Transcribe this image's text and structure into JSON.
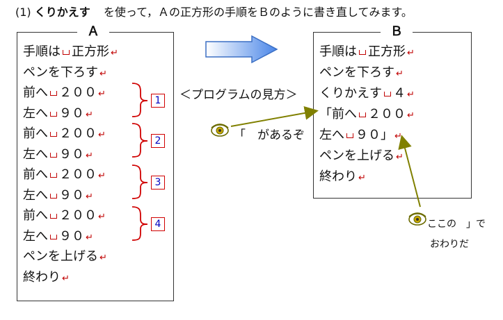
{
  "title": {
    "number": "(1)",
    "keyword": "くりかえす",
    "text": "を使って，Ａの正方形の手順をＢのように書き直してみます。"
  },
  "box_a": {
    "label": "Ａ",
    "lines": [
      {
        "pre": "手順は",
        "post": "正方形"
      },
      {
        "pre": "ペンを下ろす",
        "post": ""
      },
      {
        "pre": "前へ",
        "post": "２００"
      },
      {
        "pre": "左へ",
        "post": "９０"
      },
      {
        "pre": "前へ",
        "post": "２００"
      },
      {
        "pre": "左へ",
        "post": "９０"
      },
      {
        "pre": "前へ",
        "post": "２００"
      },
      {
        "pre": "左へ",
        "post": "９０"
      },
      {
        "pre": "前へ",
        "post": "２００"
      },
      {
        "pre": "左へ",
        "post": "９０"
      },
      {
        "pre": "ペンを上げる",
        "post": ""
      },
      {
        "pre": "終わり",
        "post": ""
      }
    ],
    "groups": [
      "1",
      "2",
      "3",
      "4"
    ]
  },
  "box_b": {
    "label": "Ｂ",
    "lines": [
      {
        "pre": "手順は",
        "post": "正方形"
      },
      {
        "pre": "ペンを下ろす",
        "post": ""
      },
      {
        "pre": "くりかえす",
        "post": "４"
      },
      {
        "pre": "「前へ",
        "post": "２００"
      },
      {
        "pre": "左へ",
        "post": "９０」"
      },
      {
        "pre": "ペンを上げる",
        "post": ""
      },
      {
        "pre": "終わり",
        "post": ""
      }
    ]
  },
  "caption_view": "＜プログラムの見方＞",
  "note_open": "「　があるぞ",
  "note_close_1": "ここの　」で",
  "note_close_2": "おわりだ",
  "return_mark": "↵",
  "colors": {
    "red": "#c00000",
    "blue_number": "#0000c0",
    "olive": "#808000",
    "arrow_fill_start": "#ffffff",
    "arrow_fill_end": "#4a86e8"
  }
}
